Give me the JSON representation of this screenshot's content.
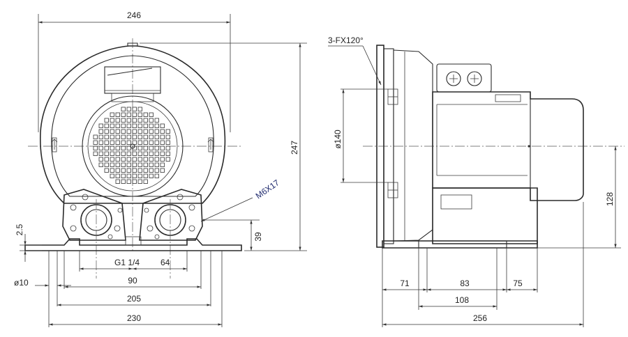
{
  "front_view": {
    "dims": {
      "top_width": "246",
      "height": "247",
      "base_thickness": "2.5",
      "hole_dia": "ø10",
      "flange_thread": "M6X17",
      "outlet_height": "39",
      "port_thread": "G1 1/4",
      "port_spacing": "64",
      "inner_spacing": "90",
      "hole_spacing": "205",
      "overall_width": "230"
    }
  },
  "side_view": {
    "dims": {
      "bolt_pattern": "3-FX120°",
      "flange_dia": "ø140",
      "axis_height": "128",
      "base_left": "71",
      "base_mid": "83",
      "base_right": "75",
      "foot_spacing": "108",
      "overall_length": "256"
    }
  },
  "colors": {
    "line": "#2a2a2a",
    "dim_text": "#1f2a6e"
  }
}
